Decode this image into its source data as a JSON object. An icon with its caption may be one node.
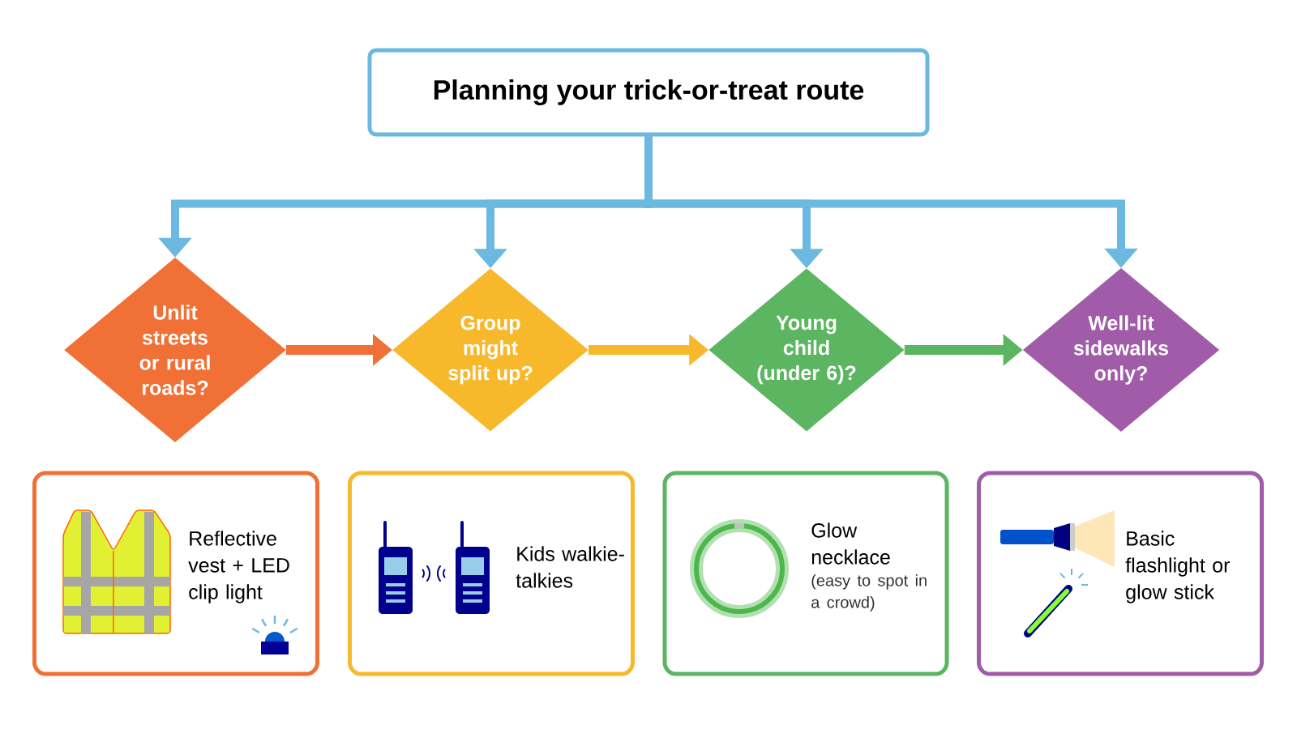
{
  "diagram": {
    "nodes": [
      {
        "text": [
          "Planning your trick-or-treat route"
        ]
      },
      {
        "text": [
          "Unlit streets or rural roads?"
        ]
      },
      {
        "text": [
          "Group might split up?"
        ]
      },
      {
        "text": [
          "Young child (under 6)?"
        ]
      },
      {
        "text": [
          "Well-lit sidewalks only?"
        ]
      },
      {
        "text": [
          "Reflective vest + LED clip light"
        ]
      },
      {
        "text": [
          "Kids walkie-talkies"
        ]
      },
      {
        "text": [
          "Glow necklace",
          "(easy to spot in a crowd)"
        ]
      },
      {
        "text": [
          "Basic flashlight or glow stick"
        ]
      }
    ],
    "edges": [
      {
        "from": 0,
        "to": 1,
        "arrow": "to"
      },
      {
        "from": 0,
        "to": 2,
        "arrow": "to"
      },
      {
        "from": 0,
        "to": 3,
        "arrow": "to"
      },
      {
        "from": 0,
        "to": 4,
        "arrow": "to"
      },
      {
        "from": 1,
        "to": 2,
        "arrow": "to",
        "color": "#f07035"
      },
      {
        "from": 2,
        "to": 3,
        "arrow": "to",
        "color": "#f8b82c"
      },
      {
        "from": 3,
        "to": 4,
        "arrow": "to",
        "color": "#5cb560"
      }
    ]
  }
}
